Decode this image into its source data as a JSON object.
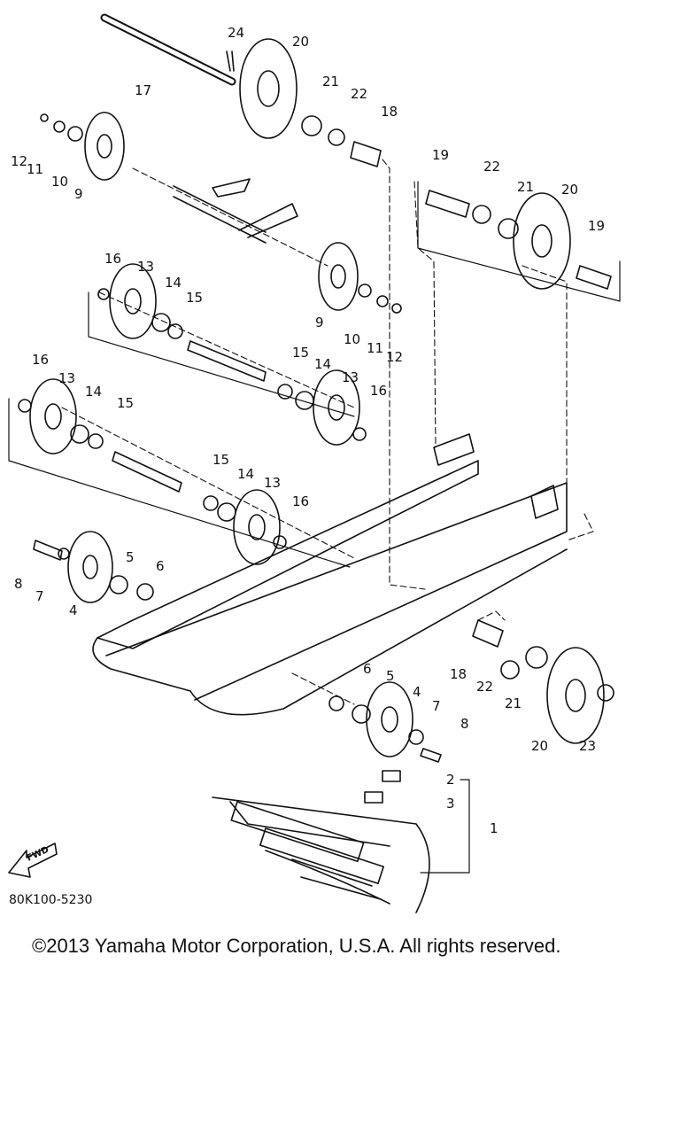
{
  "diagram": {
    "code": "80K100-5230",
    "fwd_text": "FWD",
    "callouts": [
      "1",
      "2",
      "3",
      "4",
      "4",
      "5",
      "5",
      "6",
      "6",
      "7",
      "7",
      "8",
      "8",
      "9",
      "9",
      "10",
      "10",
      "11",
      "11",
      "12",
      "12",
      "13",
      "13",
      "13",
      "13",
      "14",
      "14",
      "14",
      "14",
      "15",
      "15",
      "15",
      "15",
      "16",
      "16",
      "16",
      "16",
      "17",
      "18",
      "18",
      "19",
      "19",
      "20",
      "20",
      "20",
      "21",
      "21",
      "21",
      "22",
      "22",
      "22",
      "23",
      "24"
    ]
  },
  "footer": {
    "copyright": "©2013 Yamaha Motor Corporation, U.S.A. All rights reserved."
  }
}
